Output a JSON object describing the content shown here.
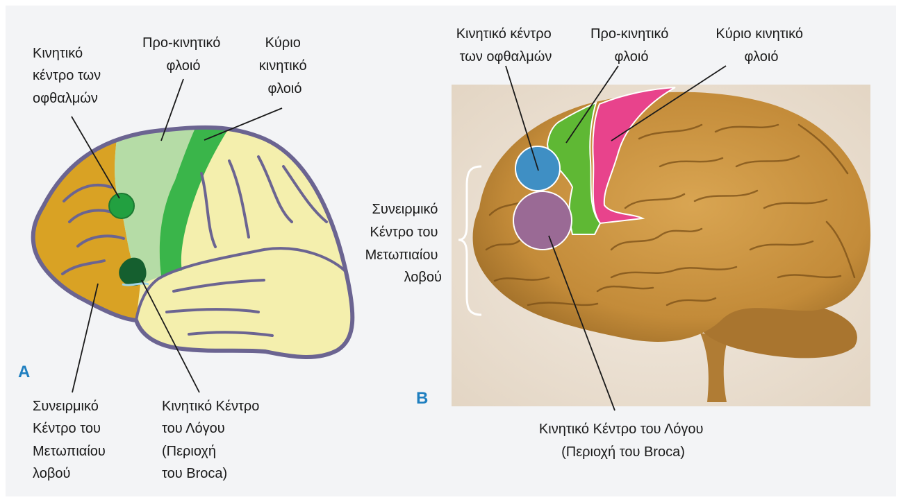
{
  "panel_a": {
    "letter": "A",
    "labels": {
      "eye_field": [
        "Κινητικό",
        "κέντρο των",
        "οφθαλμών"
      ],
      "premotor": [
        "Προ-κινητικό",
        "φλοιό"
      ],
      "primary_motor": [
        "Κύριο",
        "κινητικό",
        "φλοιό"
      ],
      "frontal_association": [
        "Συνειρμικό",
        "Κέντρο του",
        "Μετωπιαίου",
        "λοβού"
      ],
      "broca": [
        "Κινητικό Κέντρο",
        "του Λόγου",
        "(Περιοχή",
        "του Broca)"
      ]
    }
  },
  "panel_b": {
    "letter": "B",
    "labels": {
      "eye_field": [
        "Κινητικό κέντρο",
        "των οφθαλμών"
      ],
      "premotor": [
        "Προ-κινητικό",
        "φλοιό"
      ],
      "primary_motor": [
        "Κύριο κινητικό",
        "φλοιό"
      ],
      "frontal_association": [
        "Συνειρμικό",
        "Κέντρο του",
        "Μετωπιαίου",
        "λοβού"
      ],
      "broca": [
        "Κινητικό Κέντρο του Λόγου",
        "(Περιοχή του Broca)"
      ]
    }
  },
  "colors": {
    "background": "#f3f4f6",
    "frontal_lobe": "#d9a224",
    "premotor_light": "#b5dca6",
    "primary_motor": "#3ab54a",
    "rest_of_brain": "#f4efad",
    "outline": "#6b6491",
    "broca_dark": "#155f2f",
    "eye_field_a": "#22a040",
    "eye_field_b": "#3f8fc4",
    "broca_b": "#9a6a95",
    "primary_motor_b": "#e8438c",
    "premotor_b": "#5fb834",
    "photo_bg": "#eee3d6",
    "brain_tissue": "#c8963e",
    "panel_letter": "#1f7fc0"
  }
}
